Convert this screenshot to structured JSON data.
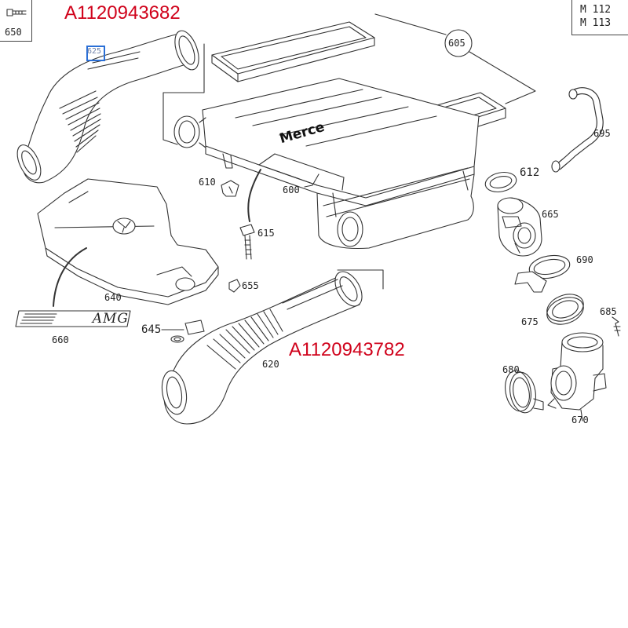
{
  "engine": {
    "line1": "M 112",
    "line2": "M 113"
  },
  "parts": {
    "p650": "650",
    "p625": "625",
    "p605": "605",
    "p695": "695",
    "p612": "612",
    "p610": "610",
    "p600": "600",
    "p665": "665",
    "p615": "615",
    "p690": "690",
    "p640": "640",
    "p655": "655",
    "p685": "685",
    "p675": "675",
    "p660": "660",
    "p645": "645",
    "p620": "620",
    "p680": "680",
    "p670": "670"
  },
  "part_numbers": {
    "upper": "A1120943682",
    "lower": "A1120943782"
  },
  "printed_text": {
    "brand": "Merce",
    "badge": "AMG"
  },
  "colors": {
    "part_number": "#d0021b",
    "highlight": "#2a6fd6",
    "line": "#333333"
  }
}
